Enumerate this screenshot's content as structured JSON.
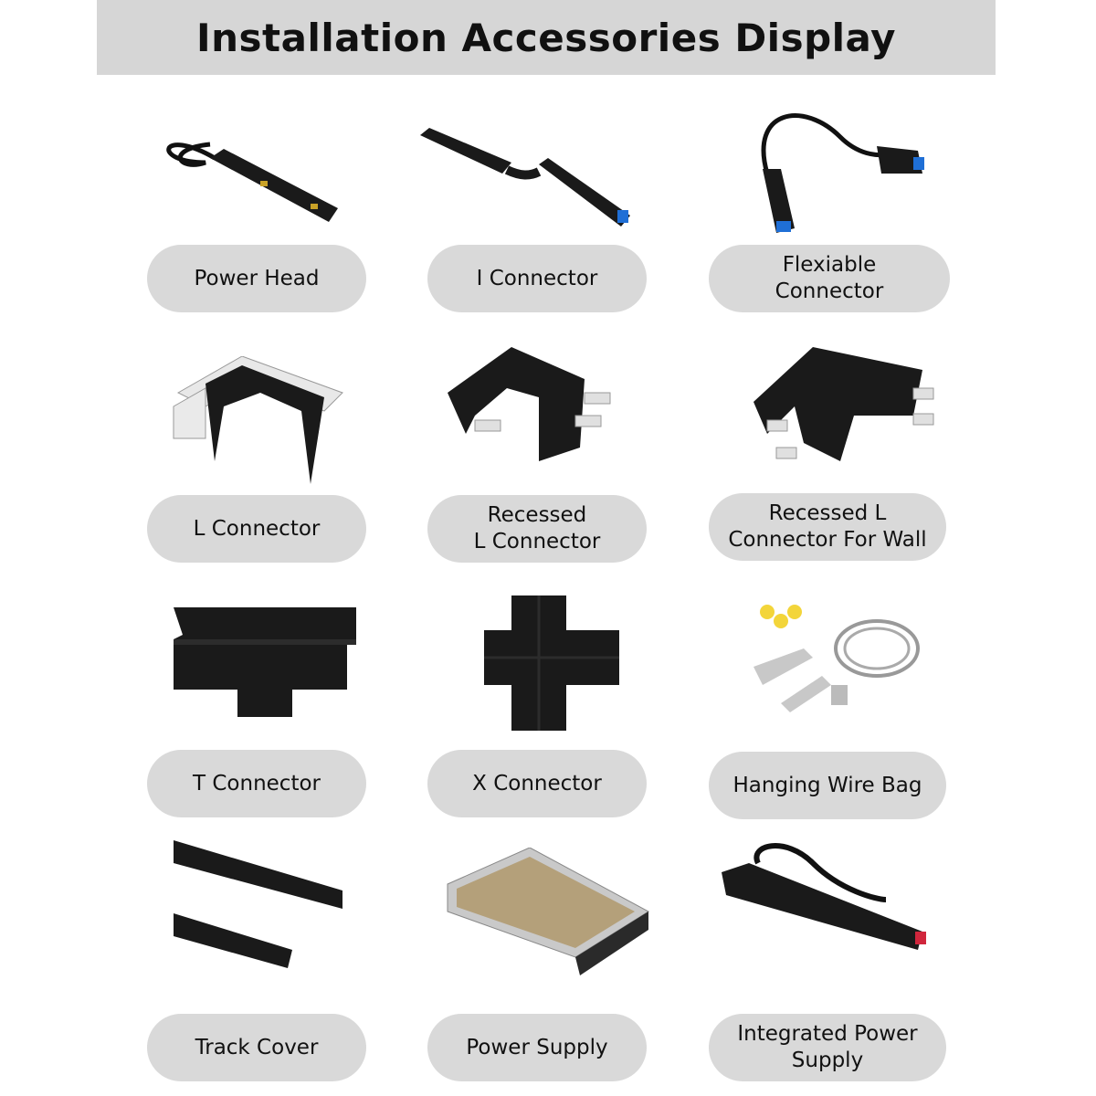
{
  "header": {
    "title": "Installation Accessories Display"
  },
  "items": [
    {
      "label": "Power Head",
      "icon": "power-head-icon"
    },
    {
      "label": "I Connector",
      "icon": "i-connector-icon"
    },
    {
      "label": "Flexiable\nConnector",
      "icon": "flexible-connector-icon"
    },
    {
      "label": "L Connector",
      "icon": "l-connector-icon"
    },
    {
      "label": "Recessed\nL Connector",
      "icon": "recessed-l-connector-icon"
    },
    {
      "label": "Recessed L\nConnector For Wall",
      "icon": "recessed-l-wall-connector-icon"
    },
    {
      "label": "T Connector",
      "icon": "t-connector-icon"
    },
    {
      "label": "X Connector",
      "icon": "x-connector-icon"
    },
    {
      "label": "Hanging Wire Bag",
      "icon": "hanging-wire-bag-icon"
    },
    {
      "label": "Track Cover",
      "icon": "track-cover-icon"
    },
    {
      "label": "Power Supply",
      "icon": "power-supply-icon"
    },
    {
      "label": "Integrated Power\nSupply",
      "icon": "integrated-power-supply-icon"
    }
  ],
  "colors": {
    "header_bg": "#d6d6d6",
    "pill_bg": "#d9d9d9",
    "product": "#1a1a1a",
    "accent_blue": "#1f6fd6",
    "accent_red": "#d0263c"
  }
}
